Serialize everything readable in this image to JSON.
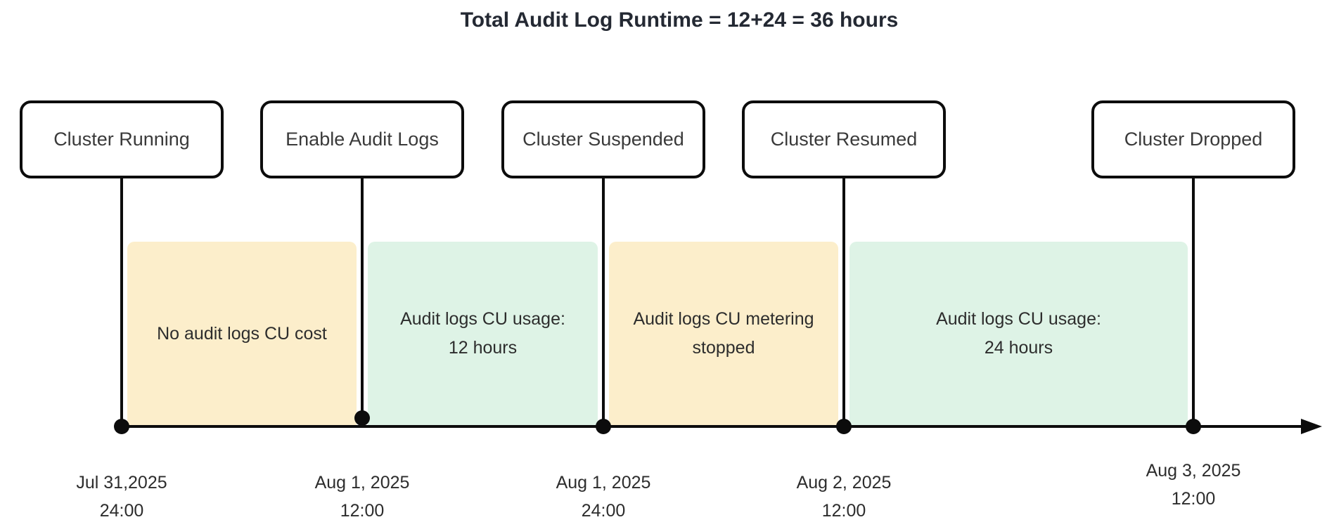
{
  "title": "Total Audit Log Runtime = 12+24 = 36 hours",
  "colors": {
    "band_orange": "#FCEECB",
    "band_green": "#DEF3E6",
    "line_black": "#0c0c0c",
    "box_background": "#ffffff",
    "box_border": "#0c0c0c",
    "text_dark": "#2d2d2d",
    "title_color": "#242933"
  },
  "events": [
    {
      "label": "Cluster Running",
      "date": "Jul 31,2025",
      "time": "24:00"
    },
    {
      "label": "Enable Audit Logs",
      "date": "Aug 1, 2025",
      "time": "12:00"
    },
    {
      "label": "Cluster Suspended",
      "date": "Aug 1, 2025",
      "time": "24:00"
    },
    {
      "label": "Cluster Resumed",
      "date": "Aug 2, 2025",
      "time": "12:00"
    },
    {
      "label": "Cluster Dropped",
      "date": "Aug 3, 2025",
      "time": "12:00"
    }
  ],
  "segments": [
    {
      "kind": "orange",
      "lines": [
        "No audit logs CU cost"
      ]
    },
    {
      "kind": "green",
      "lines": [
        "Audit logs CU usage:",
        "12 hours"
      ]
    },
    {
      "kind": "orange",
      "lines": [
        "Audit logs CU metering",
        "stopped"
      ]
    },
    {
      "kind": "green",
      "lines": [
        "Audit logs CU usage:",
        "24 hours"
      ]
    }
  ]
}
